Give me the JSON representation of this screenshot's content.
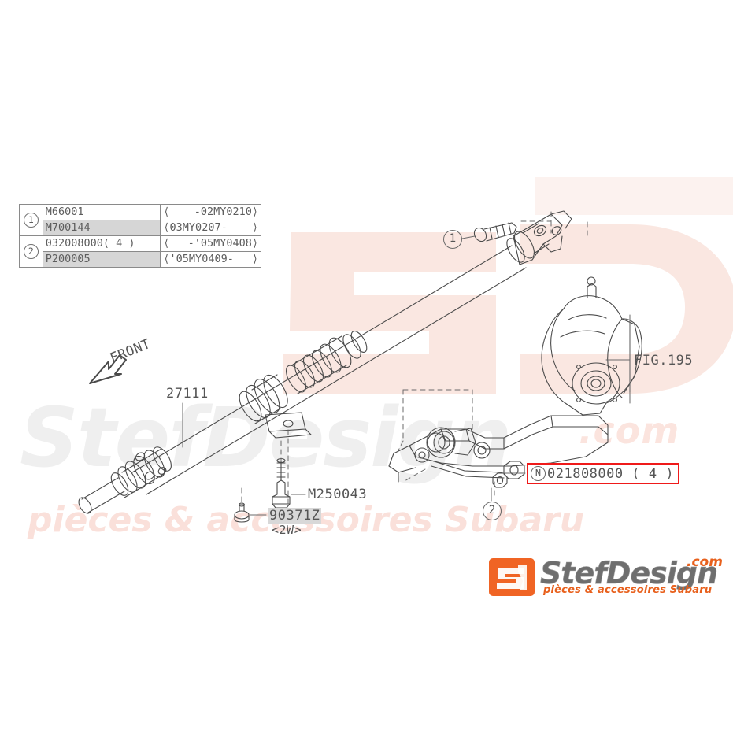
{
  "diagram": {
    "title": "Subaru propeller shaft parts diagram",
    "accent_red": "#ef1a1a",
    "line_color": "#555555",
    "highlight_gray": "#d6d6d6"
  },
  "parts_table": {
    "rows": [
      {
        "index": "1",
        "part_number": "M66001",
        "range_open": "⟨",
        "range_text": "-02MY0210⟩",
        "highlight": false
      },
      {
        "index": "1",
        "part_number": "M700144",
        "range_open": "⟨03MY0207-",
        "range_text": "⟩",
        "highlight": true
      },
      {
        "index": "2",
        "part_number": "032008000( 4 )",
        "range_open": "⟨",
        "range_text": "-'05MY0408⟩",
        "highlight": false
      },
      {
        "index": "2",
        "part_number": "P200005",
        "range_open": "⟨'05MY0409-",
        "range_text": "⟩",
        "highlight": true
      }
    ]
  },
  "labels": {
    "propeller_shaft": "27111",
    "figure_ref": "FIG.195",
    "bolt_m250043": "M250043",
    "part_90371z": "90371Z",
    "part_90371z_note": "<2W>",
    "front": "FRONT"
  },
  "callouts": {
    "item_1": "1",
    "item_2": "2",
    "highlighted": {
      "prefix_icon": "N",
      "text": "021808000 ( 4 )"
    }
  },
  "watermarks": {
    "brand_big": "SD",
    "brand_gray": "StefDesign",
    "dotcom": ".com",
    "tagline": "pièces & accessoires Subaru"
  },
  "logo": {
    "badge": "SD",
    "word": "StefDesign",
    "dotcom": ".com",
    "tagline": "pièces & accessoires Subaru"
  }
}
